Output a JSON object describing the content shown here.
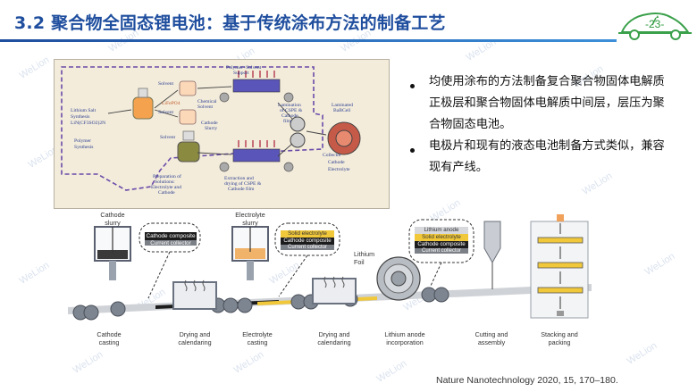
{
  "header": {
    "title": "3.2 聚合物全固态锂电池：基于传统涂布方法的制备工艺",
    "slide_number": "-23-"
  },
  "bullets": [
    "均使用涂布的方法制备复合聚合物固体电解质正极层和聚合物固体电解质中间层，层压为聚合物固态电池。",
    "电极片和现有的液态电池制备方式类似，兼容现有产线。"
  ],
  "photo": {
    "labels": {
      "lithium_salt": "Lithium Salt Synthesis LiN(CF3SO2)2N",
      "polymer": "Polymer Synthesis",
      "solvent": "Solvent",
      "polymer_solvent": "Polymer+Solvent Support",
      "lifepo4": "LiFePO4",
      "chemical_solvent": "Chemical Solvent",
      "cathode_slurry": "Cathode Slurry",
      "lamination": "Lamination of CSPE & Cathode film",
      "laminated_cell": "Laminated BaBCell",
      "preparation": "Preparation of Solutions: Electrolyte and Cathode",
      "extraction": "Extraction and drying of CSPE & Cathode film",
      "collector": "Collector",
      "cathode": "Cathode",
      "electrolyte": "Electrolyte"
    }
  },
  "process": {
    "top_labels": {
      "cathode_slurry": "Cathode\nslurry",
      "electrolyte_slurry": "Electrolyte\nslurry",
      "lithium_foil": "Lithium\nFoil"
    },
    "layers": {
      "cathode_composite": "Cathode composite",
      "current_collector": "Current collector",
      "solid_electrolyte": "Solid electrolyte",
      "lithium_anode": "Lithium anode"
    },
    "steps": [
      "Cathode\ncasting",
      "Drying and\ncalendaring",
      "Electrolyte\ncasting",
      "Drying and\ncalendaring",
      "Lithium anode\nincorporation",
      "Cutting and\nassembly",
      "Stacking and\npacking"
    ]
  },
  "citation": "Nature Nanotechnology 2020, 15, 170–180.",
  "watermark": "WeLion",
  "colors": {
    "title": "#1f4e9e",
    "slide_number": "#2e9a3e",
    "electrolyte_yellow": "#f1c83a",
    "stack_orange": "#f0a15a"
  }
}
